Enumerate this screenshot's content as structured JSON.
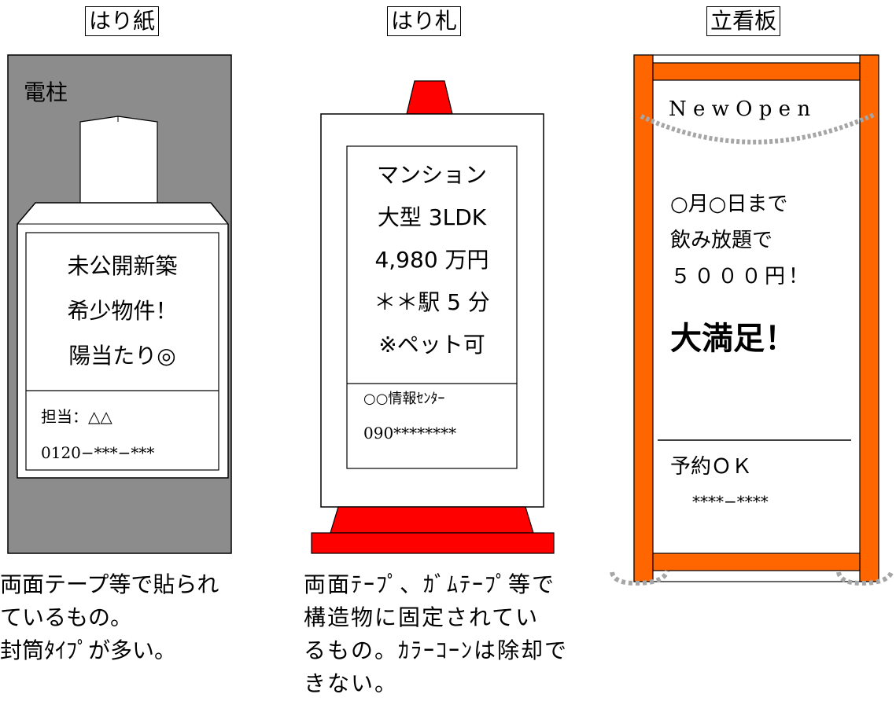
{
  "columns": {
    "harigami": {
      "title": "はり紙",
      "pole_label": "電柱",
      "main_lines": [
        "未公開新築",
        "希少物件！",
        "陽当たり◎"
      ],
      "contact_lines": [
        "担当：△△",
        "0120−***−***"
      ],
      "caption_lines": [
        "両面テープ等で貼られ",
        "ているもの。",
        "封筒ﾀｲﾌﾟが多い。"
      ]
    },
    "harifuda": {
      "title": "はり札",
      "main_lines": [
        "マンション",
        "大型 3LDK",
        "4,980 万円",
        "＊＊駅 5 分",
        "※ペット可"
      ],
      "contact_lines": [
        "○○情報ｾﾝﾀｰ",
        "090********"
      ],
      "caption_lines": [
        "両面ﾃｰﾌﾟ、ｶﾞﾑﾃｰﾌﾟ等で",
        "構造物に固定されてい",
        "るもの。ｶﾗｰｺｰﾝは除却で",
        "きない。"
      ]
    },
    "tatekanban": {
      "title": "立看板",
      "headline": "N e w O p e n",
      "main_lines": [
        "○月○日まで",
        "飲み放題で",
        "５０００円！"
      ],
      "big_text": "大満足！",
      "reserve_label": "予約ＯＫ",
      "reserve_number": "****−****"
    }
  },
  "colors": {
    "pole_gray": "#8c8c8c",
    "cone_red": "#ff0000",
    "board_orange": "#ff6600",
    "dashed_gray": "#a6a6a6"
  }
}
